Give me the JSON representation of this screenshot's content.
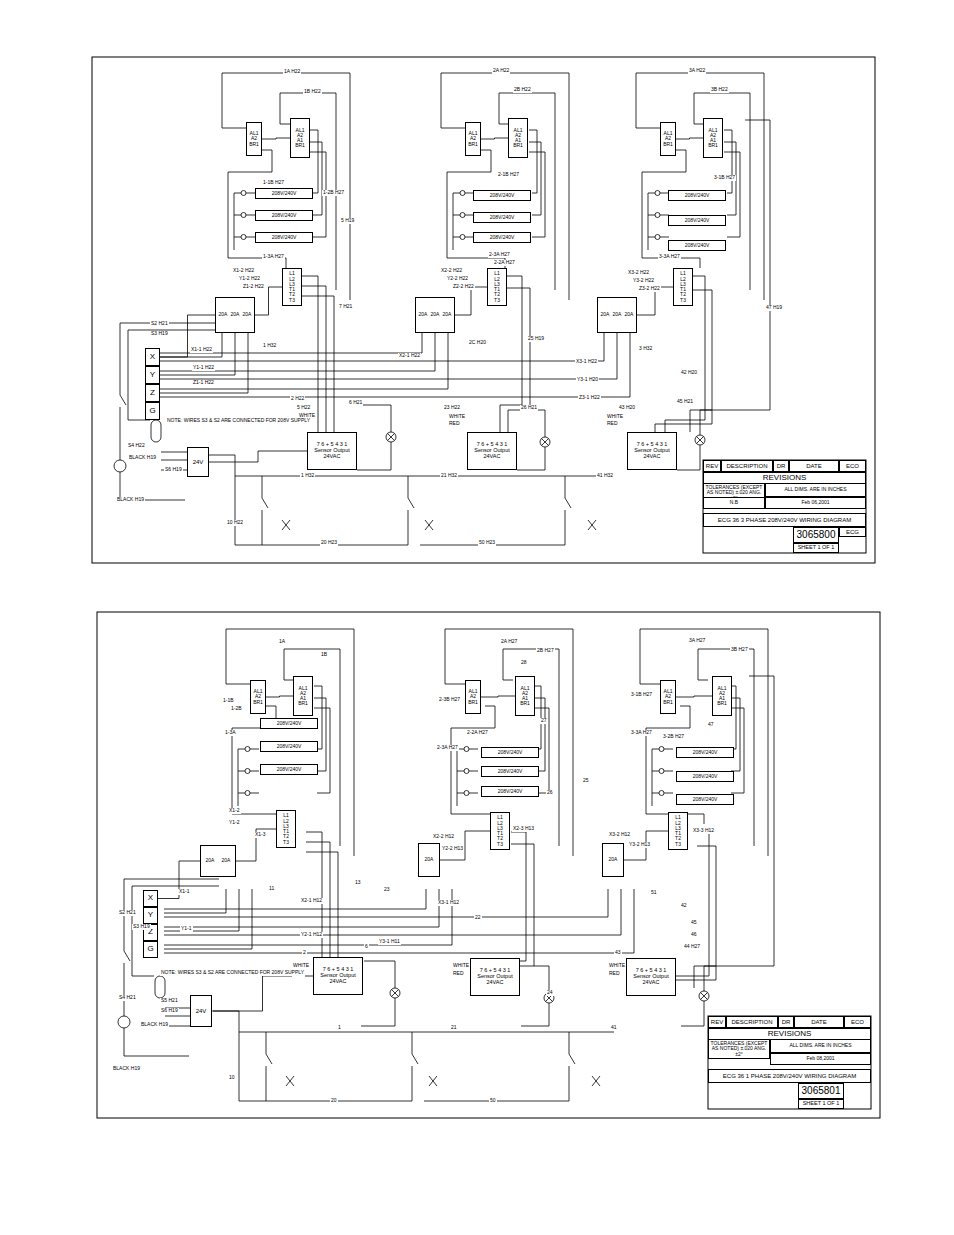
{
  "diagram": {
    "nodes": [
      {
        "text": [
          "AL1",
          "A2",
          "BR1"
        ]
      },
      {
        "text": [
          "AL1",
          "A2",
          "A1",
          "BR1"
        ]
      },
      {
        "text": [
          "208V/240V"
        ]
      },
      {
        "text": [
          "208V/240V"
        ]
      },
      {
        "text": [
          "208V/240V"
        ]
      },
      {
        "text": [
          "L1",
          "L2",
          "L3",
          "T1",
          "T2",
          "T3"
        ]
      },
      {
        "text": [
          "20A",
          "20A",
          "20A"
        ]
      },
      {
        "text": [
          "7 6 + 5 4 3 1",
          "Sensor Output",
          "24VAC"
        ]
      },
      {
        "text": [
          "AL1",
          "A2",
          "BR1"
        ]
      },
      {
        "text": [
          "AL1",
          "A2",
          "A1",
          "BR1"
        ]
      },
      {
        "text": [
          "208V/240V"
        ]
      },
      {
        "text": [
          "208V/240V"
        ]
      },
      {
        "text": [
          "208V/240V"
        ]
      },
      {
        "text": [
          "L1",
          "L2",
          "L3",
          "T1",
          "T2",
          "T3"
        ]
      },
      {
        "text": [
          "20A",
          "20A",
          "20A"
        ]
      },
      {
        "text": [
          "7 6 + 5 4 3 1",
          "Sensor Output",
          "24VAC"
        ]
      },
      {
        "text": [
          "AL1",
          "A2",
          "BR1"
        ]
      },
      {
        "text": [
          "AL1",
          "A2",
          "A1",
          "BR1"
        ]
      },
      {
        "text": [
          "208V/240V"
        ]
      },
      {
        "text": [
          "208V/240V"
        ]
      },
      {
        "text": [
          "208V/240V"
        ]
      },
      {
        "text": [
          "L1",
          "L2",
          "L3",
          "T1",
          "T2",
          "T3"
        ]
      },
      {
        "text": [
          "20A",
          "20A",
          "20A"
        ]
      },
      {
        "text": [
          "7 6 + 5 4 3 1",
          "Sensor Output",
          "24VAC"
        ]
      },
      {
        "text": [
          "X"
        ]
      },
      {
        "text": [
          "Y"
        ]
      },
      {
        "text": [
          "Z"
        ]
      },
      {
        "text": [
          "G"
        ]
      },
      {
        "text": [
          "24V"
        ]
      },
      {
        "text": [
          "REV"
        ]
      },
      {
        "text": [
          "DESCRIPTION"
        ]
      },
      {
        "text": [
          "DR"
        ]
      },
      {
        "text": [
          "DATE"
        ]
      },
      {
        "text": [
          "ECO"
        ]
      },
      {
        "text": [
          "REVISIONS"
        ]
      },
      {
        "text": [
          "TOLERANCES (EXCEPT AS NOTED) ±.020 ANG. ±2°"
        ]
      },
      {
        "text": [
          "ALL DIMS. ARE IN INCHES"
        ]
      },
      {
        "text": [
          "N.B"
        ]
      },
      {
        "text": [
          "Feb 06,2001"
        ]
      },
      {
        "text": [
          "ECG 36 3 PHASE 208V/240V WIRING DIAGRAM"
        ]
      },
      {
        "text": [
          "3065800"
        ]
      },
      {
        "text": [
          "ECG"
        ]
      },
      {
        "text": [
          "SHEET 1 OF 1"
        ]
      },
      {
        "text": [
          "AL1",
          "A2",
          "BR1"
        ]
      },
      {
        "text": [
          "AL1",
          "A2",
          "A1",
          "BR1"
        ]
      },
      {
        "text": [
          "208V/240V"
        ]
      },
      {
        "text": [
          "208V/240V"
        ]
      },
      {
        "text": [
          "208V/240V"
        ]
      },
      {
        "text": [
          "L1",
          "L2",
          "L3",
          "T1",
          "T2",
          "T3"
        ]
      },
      {
        "text": [
          "20A",
          "20A"
        ]
      },
      {
        "text": [
          "7 6 + 5 4 3 1",
          "Sensor Output",
          "24VAC"
        ]
      },
      {
        "text": [
          "AL1",
          "A2",
          "BR1"
        ]
      },
      {
        "text": [
          "AL1",
          "A2",
          "A1",
          "BR1"
        ]
      },
      {
        "text": [
          "208V/240V"
        ]
      },
      {
        "text": [
          "208V/240V"
        ]
      },
      {
        "text": [
          "208V/240V"
        ]
      },
      {
        "text": [
          "L1",
          "L2",
          "L3",
          "T1",
          "T2",
          "T3"
        ]
      },
      {
        "text": [
          "20A"
        ]
      },
      {
        "text": [
          "7 6 + 5 4 3 1",
          "Sensor Output",
          "24VAC"
        ]
      },
      {
        "text": [
          "AL1",
          "A2",
          "BR1"
        ]
      },
      {
        "text": [
          "AL1",
          "A2",
          "A1",
          "BR1"
        ]
      },
      {
        "text": [
          "208V/240V"
        ]
      },
      {
        "text": [
          "208V/240V"
        ]
      },
      {
        "text": [
          "208V/240V"
        ]
      },
      {
        "text": [
          "L1",
          "L2",
          "L3",
          "T1",
          "T2",
          "T3"
        ]
      },
      {
        "text": [
          "20A"
        ]
      },
      {
        "text": [
          "7 6 + 5 4 3 1",
          "Sensor Output",
          "24VAC"
        ]
      },
      {
        "text": [
          "X"
        ]
      },
      {
        "text": [
          "Y"
        ]
      },
      {
        "text": [
          "Z"
        ]
      },
      {
        "text": [
          "G"
        ]
      },
      {
        "text": [
          "24V"
        ]
      },
      {
        "text": [
          "REV"
        ]
      },
      {
        "text": [
          "DESCRIPTION"
        ]
      },
      {
        "text": [
          "DR"
        ]
      },
      {
        "text": [
          "DATE"
        ]
      },
      {
        "text": [
          "ECO"
        ]
      },
      {
        "text": [
          "REVISIONS"
        ]
      },
      {
        "text": [
          "TOLERANCES (EXCEPT AS NOTED) ±.020 ANG. ±2°"
        ]
      },
      {
        "text": [
          "ALL DIMS. ARE IN INCHES"
        ]
      },
      {
        "text": [
          "Feb 08,2001"
        ]
      },
      {
        "text": [
          "ECG 36 1 PHASE 208V/240V WIRING DIAGRAM"
        ]
      },
      {
        "text": [
          "3065801"
        ]
      },
      {
        "text": [
          "SHEET 1 OF 1"
        ]
      }
    ],
    "edges": [
      {
        "from": 0,
        "to": 1,
        "arrow": "none"
      },
      {
        "from": 6,
        "to": 5,
        "arrow": "none"
      },
      {
        "from": 8,
        "to": 9,
        "arrow": "none"
      },
      {
        "from": 14,
        "to": 13,
        "arrow": "none"
      },
      {
        "from": 16,
        "to": 17,
        "arrow": "none"
      },
      {
        "from": 22,
        "to": 21,
        "arrow": "none"
      },
      {
        "from": 24,
        "to": 6,
        "arrow": "none"
      },
      {
        "from": 28,
        "to": 7,
        "arrow": "none"
      },
      {
        "from": 43,
        "to": 44,
        "arrow": "none"
      },
      {
        "from": 49,
        "to": 48,
        "arrow": "none"
      },
      {
        "from": 51,
        "to": 52,
        "arrow": "none"
      },
      {
        "from": 57,
        "to": 56,
        "arrow": "none"
      },
      {
        "from": 59,
        "to": 60,
        "arrow": "none"
      },
      {
        "from": 65,
        "to": 64,
        "arrow": "none"
      },
      {
        "from": 67,
        "to": 49,
        "arrow": "none"
      },
      {
        "from": 71,
        "to": 50,
        "arrow": "none"
      }
    ],
    "labels": [
      "1A H22",
      "1B H22",
      "1-1B H27",
      "1-3A H27",
      "1-2B H27",
      "X1-2 H22",
      "Y1-2 H22",
      "Z1-2 H22",
      "S2 H21",
      "S3 H19",
      "X1-1 H22",
      "Y1-1 H22",
      "Z1-1 H22",
      "1 H32",
      "2 H22",
      "5 H22",
      "6 H21",
      "WHITE",
      "RED",
      "1 H32",
      "10 H22",
      "20 H23",
      "S4 H22",
      "BLACK H19",
      "S6 H19",
      "BLACK H19",
      "5 H19",
      "7 H21",
      "2A H22",
      "2B H22",
      "2-1B H27",
      "2-3A H27",
      "2-2A H27",
      "X2-2 H22",
      "Y2-2 H22",
      "Z2-2 H22",
      "X2-1 H22",
      "2C H20",
      "23 H22",
      "26 H21",
      "21 H32",
      "50 H23",
      "25 H19",
      "3A H22",
      "3B H22",
      "3-1B H27",
      "3-3A H27",
      "X3-2 H22",
      "Y3-2 H22",
      "Z3-2 H22",
      "X3-1 H22",
      "Y3-1 H20",
      "Z3-1 H22",
      "3 H32",
      "43 H20",
      "45 H21",
      "41 H32",
      "47 H19",
      "42 H20",
      "NOTE: WIRES S3 & S2 ARE CONNECTED FOR 208V SUPPLY",
      "WHITE",
      "RED",
      "WHITE",
      "RED",
      "1A",
      "1B",
      "1-1B",
      "1-3A",
      "1-2B",
      "X1-2",
      "Y1-2",
      "X1-3",
      "X1-1",
      "Y1-1",
      "11",
      "13",
      "23",
      "2",
      "6",
      "WHITE",
      "RED",
      "1",
      "21",
      "41",
      "10",
      "20",
      "50",
      "2A H27",
      "2B H27",
      "28",
      "27",
      "2-3B H27",
      "2-3A H27",
      "2-2A H27",
      "X2-2 H12",
      "Y2-2 H13",
      "X2-3 H13",
      "X2-1 H12",
      "Y2-1 H12",
      "X3-1 H12",
      "Y3-1 H11",
      "25",
      "26",
      "22",
      "24",
      "3A H27",
      "3B H27",
      "3-1B H27",
      "3-3A H27",
      "3-2B H27",
      "47",
      "X3-2 H12",
      "Y3-2 H13",
      "X3-3 H12",
      "42",
      "45",
      "46",
      "43",
      "51",
      "44 H27",
      "S2 H21",
      "S3 H19",
      "S4 H21",
      "S5 H21",
      "S6 H19",
      "BLACK H19",
      "BLACK H19",
      "NOTE: WIRES S3 & S2 ARE CONNECTED FOR 208V SUPPLY",
      "WHITE",
      "RED",
      "WHITE",
      "RED"
    ]
  }
}
